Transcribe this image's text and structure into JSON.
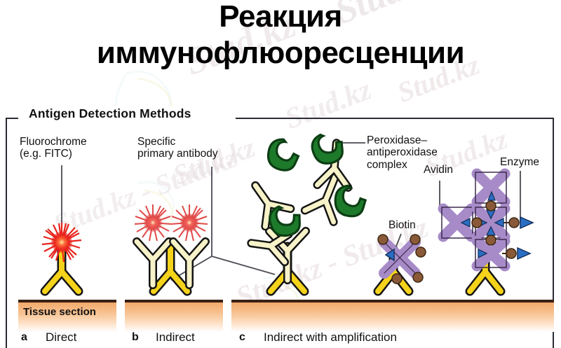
{
  "title": {
    "line1": "Реакция",
    "line2": "иммунофлюоресценции"
  },
  "watermark": {
    "text": "Stud.kz",
    "text_alt": "Stud.kz - Stud.kz"
  },
  "figure": {
    "panel_title": "Antigen Detection Methods",
    "labels": {
      "fluorochrome": "Fluorochrome\n(e.g. FITC)",
      "primary_antibody": "Specific\nprimary antibody",
      "peroxidase_complex": "Peroxidase–\nantiperoxidase\ncomplex",
      "avidin": "Avidin",
      "enzyme": "Enzyme",
      "biotin": "Biotin",
      "tissue_section": "Tissue section"
    },
    "captions": [
      {
        "letter": "a",
        "text": "Direct"
      },
      {
        "letter": "b",
        "text": "Indirect"
      },
      {
        "letter": "c",
        "text": "Indirect with amplification"
      }
    ],
    "colors": {
      "primary_antibody": "#f5d31a",
      "secondary_antibody": "#f7f2c8",
      "fluorochrome": "#e8241c",
      "peroxidase": "#1d7a2b",
      "avidin": "#a78bc8",
      "biotin": "#8a5a38",
      "enzyme": "#2a6ec4",
      "tissue": "#f2a96a",
      "frame": "#2b2b33"
    }
  }
}
